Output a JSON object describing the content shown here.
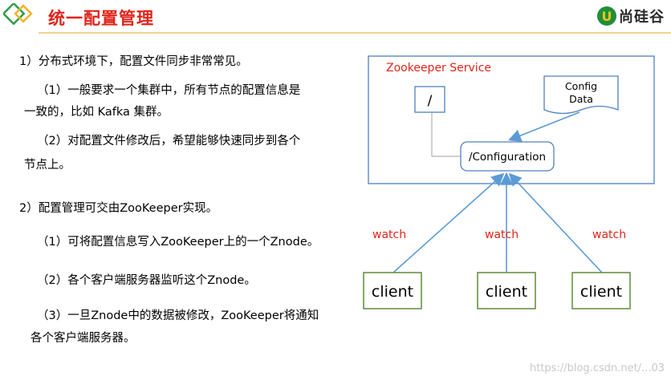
{
  "header": {
    "title": "统一配置管理",
    "brand_initial": "U",
    "brand_name": "尚硅谷"
  },
  "content": {
    "p1": "1）分布式环境下，配置文件同步非常常见。",
    "p1a_line1": "（1）一般要求一个集群中，所有节点的配置信息是",
    "p1a_line2": "一致的，比如 Kafka 集群。",
    "p1b_line1": "（2）对配置文件修改后，希望能够快速同步到各个",
    "p1b_line2": "节点上。",
    "p2": "2）配置管理可交由ZooKeeper实现。",
    "p2a": "（1）可将配置信息写入ZooKeeper上的一个Znode。",
    "p2b": "（2）各个客户端服务器监听这个Znode。",
    "p2c_line1": "（3）一旦Znode中的数据被修改，ZooKeeper将通知",
    "p2c_line2": "各个客户端服务器。"
  },
  "diagram": {
    "service_label": "Zookeeper Service",
    "root_node": "/",
    "config_node": "/Configuration",
    "config_data_line1": "Config",
    "config_data_line2": "Data",
    "watch_labels": [
      "watch",
      "watch",
      "watch"
    ],
    "clients": [
      "client",
      "client",
      "client"
    ],
    "colors": {
      "service_border": "#4f81bd",
      "service_text": "#e0241b",
      "arrow": "#5b9bd5",
      "client_border": "#5f8a3a"
    }
  },
  "watermark": "https://blog.csdn.net/...03"
}
